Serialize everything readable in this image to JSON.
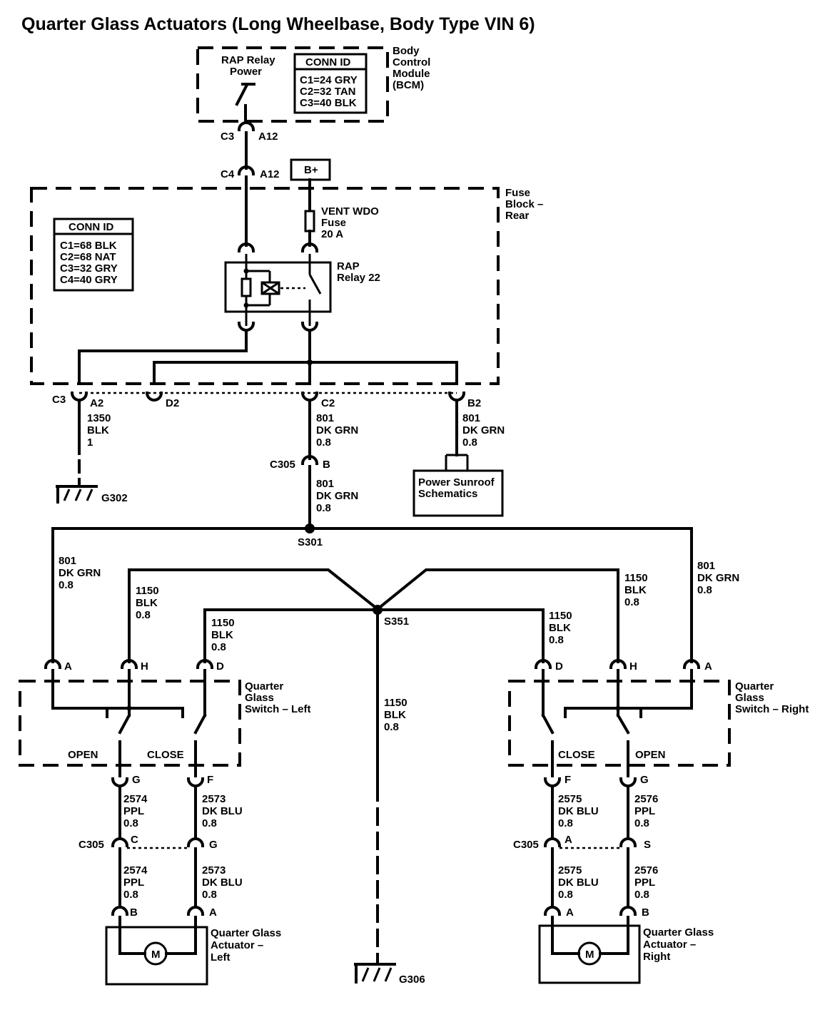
{
  "title": "Quarter Glass Actuators (Long Wheelbase, Body  Type VIN 6)",
  "bcm": {
    "relay_label_1": "RAP Relay",
    "relay_label_2": "Power",
    "conn_id_title": "CONN ID",
    "conn_ids": [
      "C1=24 GRY",
      "C2=32 TAN",
      "C3=40 BLK"
    ],
    "name_lines": [
      "Body",
      "Control",
      "Module",
      "(BCM)"
    ]
  },
  "connectors_top": [
    {
      "name": "C3",
      "pin": "A12"
    },
    {
      "name": "C4",
      "pin": "A12"
    }
  ],
  "battery": "B+",
  "fuse_block": {
    "name_lines": [
      "Fuse",
      "Block –",
      "Rear"
    ],
    "conn_id_title": "CONN ID",
    "conn_ids": [
      "C1=68 BLK",
      "C2=68 NAT",
      "C3=32 GRY",
      "C4=40 GRY"
    ],
    "fuse_lines": [
      "VENT WDO",
      "Fuse",
      "20 A"
    ],
    "relay_lines": [
      "RAP",
      "Relay 22"
    ],
    "out_c3": "C3",
    "out_pins": [
      "A2",
      "D2",
      "C2",
      "B2"
    ]
  },
  "wires": {
    "w1350": [
      "1350",
      "BLK",
      "1"
    ],
    "w801_c2": [
      "801",
      "DK GRN",
      "0.8"
    ],
    "w801_b2": [
      "801",
      "DK GRN",
      "0.8"
    ],
    "w801_c305": [
      "801",
      "DK GRN",
      "0.8"
    ],
    "w801_left": [
      "801",
      "DK GRN",
      "0.8"
    ],
    "w801_right": [
      "801",
      "DK GRN",
      "0.8"
    ],
    "w1150_lh": [
      "1150",
      "BLK",
      "0.8"
    ],
    "w1150_ld": [
      "1150",
      "BLK",
      "0.8"
    ],
    "w1150_rd": [
      "1150",
      "BLK",
      "0.8"
    ],
    "w1150_rh": [
      "1150",
      "BLK",
      "0.8"
    ],
    "w1150_g": [
      "1150",
      "BLK",
      "0.8"
    ],
    "w2574_a": [
      "2574",
      "PPL",
      "0.8"
    ],
    "w2573_a": [
      "2573",
      "DK BLU",
      "0.8"
    ],
    "w2574_b": [
      "2574",
      "PPL",
      "0.8"
    ],
    "w2573_b": [
      "2573",
      "DK BLU",
      "0.8"
    ],
    "w2575_a": [
      "2575",
      "DK BLU",
      "0.8"
    ],
    "w2576_a": [
      "2576",
      "PPL",
      "0.8"
    ],
    "w2575_b": [
      "2575",
      "DK BLU",
      "0.8"
    ],
    "w2576_b": [
      "2576",
      "PPL",
      "0.8"
    ]
  },
  "grounds": {
    "g302": "G302",
    "g306": "G306"
  },
  "c305_mid": {
    "name": "C305",
    "pin": "B"
  },
  "sunroof_lines": [
    "Power Sunroof",
    "Schematics"
  ],
  "splices": {
    "s301": "S301",
    "s351": "S351"
  },
  "switch_left": {
    "pins_top": [
      "A",
      "H",
      "D"
    ],
    "name_lines": [
      "Quarter",
      "Glass",
      "Switch – Left"
    ],
    "open": "OPEN",
    "close": "CLOSE",
    "pins_bottom": [
      "G",
      "F"
    ]
  },
  "switch_right": {
    "pins_top": [
      "D",
      "H",
      "A"
    ],
    "name_lines": [
      "Quarter",
      "Glass",
      "Switch – Right"
    ],
    "open": "OPEN",
    "close": "CLOSE",
    "pins_bottom": [
      "F",
      "G"
    ]
  },
  "c305_left": {
    "name": "C305",
    "pins": [
      "C",
      "G"
    ]
  },
  "c305_right": {
    "name": "C305",
    "pins": [
      "A",
      "S"
    ]
  },
  "actuator_left": {
    "pins": [
      "B",
      "A"
    ],
    "motor": "M",
    "name_lines": [
      "Quarter Glass",
      "Actuator –",
      "Left"
    ]
  },
  "actuator_right": {
    "pins": [
      "A",
      "B"
    ],
    "motor": "M",
    "name_lines": [
      "Quarter Glass",
      "Actuator –",
      "Right"
    ]
  }
}
